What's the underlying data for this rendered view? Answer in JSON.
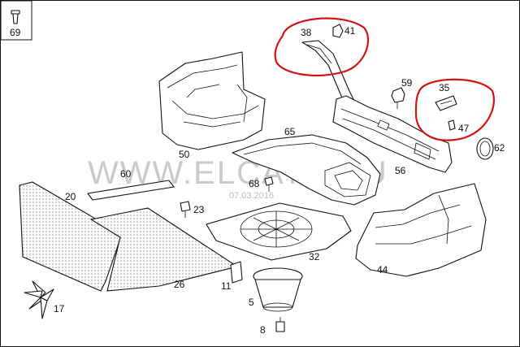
{
  "watermark": {
    "text": "WWW.ELCATS.RU",
    "date": "07.03.2016"
  },
  "callouts": {
    "p69": "69",
    "p38": "38",
    "p41": "41",
    "p59": "59",
    "p35": "35",
    "p47": "47",
    "p62": "62",
    "p50": "50",
    "p65": "65",
    "p56": "56",
    "p60": "60",
    "p68": "68",
    "p20": "20",
    "p23": "23",
    "p32": "32",
    "p44": "44",
    "p26": "26",
    "p11": "11",
    "p5": "5",
    "p17": "17",
    "p8": "8"
  },
  "highlight_color": "#d21414"
}
